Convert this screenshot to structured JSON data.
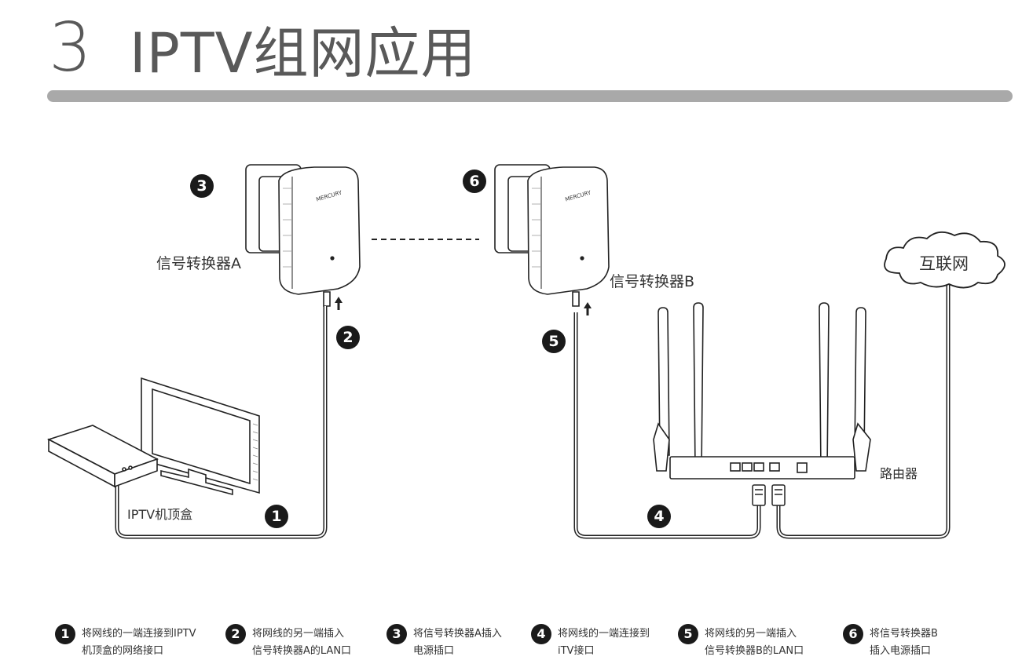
{
  "title": {
    "number": "3",
    "text": "IPTV组网应用"
  },
  "labels": {
    "adapter_a": "信号转换器A",
    "adapter_b": "信号转换器B",
    "internet": "互联网",
    "router": "路由器",
    "settop_box": "IPTV机顶盒",
    "brand_a": "MERCURY",
    "brand_b": "MERCURY"
  },
  "badges": {
    "b1": "1",
    "b2": "2",
    "b3": "3",
    "b4": "4",
    "b5": "5",
    "b6": "6"
  },
  "steps": [
    {
      "num": "1",
      "line1": "将网线的一端连接到IPTV",
      "line2": "机顶盒的网络接口"
    },
    {
      "num": "2",
      "line1": "将网线的另一端插入",
      "line2": "信号转换器A的LAN口"
    },
    {
      "num": "3",
      "line1": "将信号转换器A插入",
      "line2": "电源插口"
    },
    {
      "num": "4",
      "line1": "将网线的一端连接到",
      "line2": "iTV接口"
    },
    {
      "num": "5",
      "line1": "将网线的另一端插入",
      "line2": "信号转换器B的LAN口"
    },
    {
      "num": "6",
      "line1": "将信号转换器B",
      "line2": "插入电源插口"
    }
  ]
}
